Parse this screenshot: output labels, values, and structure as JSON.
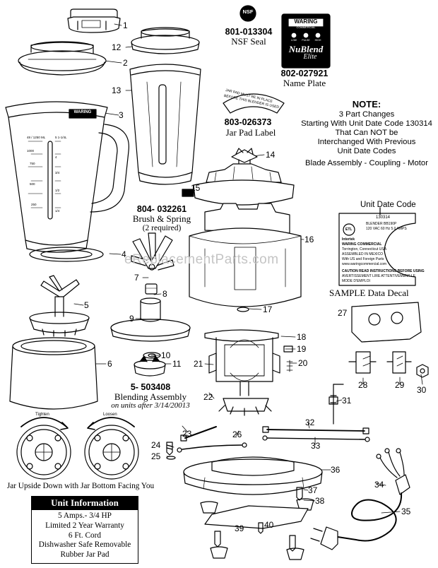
{
  "callouts": {
    "c1": "1",
    "c2": "2",
    "c3": "3",
    "c4": "4",
    "c5": "5",
    "c6": "6",
    "c7": "7",
    "c8": "8",
    "c9": "9",
    "c10": "10",
    "c11": "11",
    "c12": "12",
    "c13": "13",
    "c14": "14",
    "c15": "15",
    "c16": "16",
    "c17": "17",
    "c18": "18",
    "c19": "19",
    "c20": "20",
    "c21": "21",
    "c22": "22",
    "c23": "23",
    "c24": "24",
    "c25": "25",
    "c26": "26",
    "c27": "27",
    "c28": "28",
    "c29": "29",
    "c30": "30",
    "c31": "31",
    "c32": "32",
    "c33": "33",
    "c34": "34",
    "c35": "35",
    "c36": "36",
    "c37": "37",
    "c38": "38",
    "c39": "39",
    "c40": "40"
  },
  "nsf": {
    "part": "801-013304",
    "label": "NSF Seal",
    "badge": "NSF"
  },
  "nameplate": {
    "part": "802-027921",
    "label": "Name Plate",
    "brand": "WARING",
    "sub": "COMMERCIAL",
    "model": "NuBlend",
    "elite": "Elite",
    "btn_low": "LOW",
    "btn_pulse": "PULSE",
    "btn_high": "HIGH"
  },
  "jarpad": {
    "part": "803-026373",
    "label": "Jar Pad Label",
    "line1": "JAR PAD MUST BE IN PLACE",
    "line2": "BEFORE THIS BLENDER IS USED"
  },
  "note": {
    "title": "NOTE:",
    "lines": [
      "3 Part Changes",
      "Starting With Unit Date Code 130314",
      "That Can NOT be",
      "Interchanged With Previous",
      "Unit Date Codes",
      "Blade Assembly - Coupling - Motor"
    ]
  },
  "brush": {
    "part": "804- 032261",
    "label": "Brush & Spring",
    "qty": "(2 required)"
  },
  "blending": {
    "part": "5- 503408",
    "label": "Blending Assembly",
    "sub": "on units after 3/14/20013"
  },
  "decal": {
    "title": "Unit Date Code",
    "code": "130314",
    "caption": "SAMPLE Data Decal",
    "lines": [
      "BLENDER   BB190P",
      "120 VAC  60 Hz  5.0 AMPS",
      "WARING COMMERCIAL",
      "Torrington, Connecticut USA",
      "ASSEMBLED IN MEXICO",
      "With US and Foreign Parts",
      "www.waringcommercial.com",
      "CAUTION READ INSTRUCTIONS BEFORE USING",
      "AVERTISSEMENT LIRE ATTENTIVEMENT LE",
      "MODE D'EMPLOI"
    ],
    "intertek": "Intertek",
    "etl": "ETL"
  },
  "jar": {
    "brand": "WARING",
    "sub": "COMMERCIAL",
    "grad_left": [
      "48 / 1250 ML",
      "1000",
      "750",
      "500",
      "250"
    ],
    "grad_right": [
      "5 1-1/4L",
      "4",
      "3/4",
      "1/2",
      "1/4"
    ]
  },
  "jar_bottom": {
    "caption": "Jar Upside Down with Jar Bottom Facing You",
    "tighten": "Tighten",
    "loosen": "Loosen"
  },
  "unit_info": {
    "title": "Unit Information",
    "lines": [
      "5 Amps.- 3/4 HP",
      "Limited 2 Year Warranty",
      "6 Ft. Cord",
      "Dishwasher Safe Removable",
      "Rubber Jar Pad"
    ]
  },
  "watermark": "eReplacementParts.com"
}
